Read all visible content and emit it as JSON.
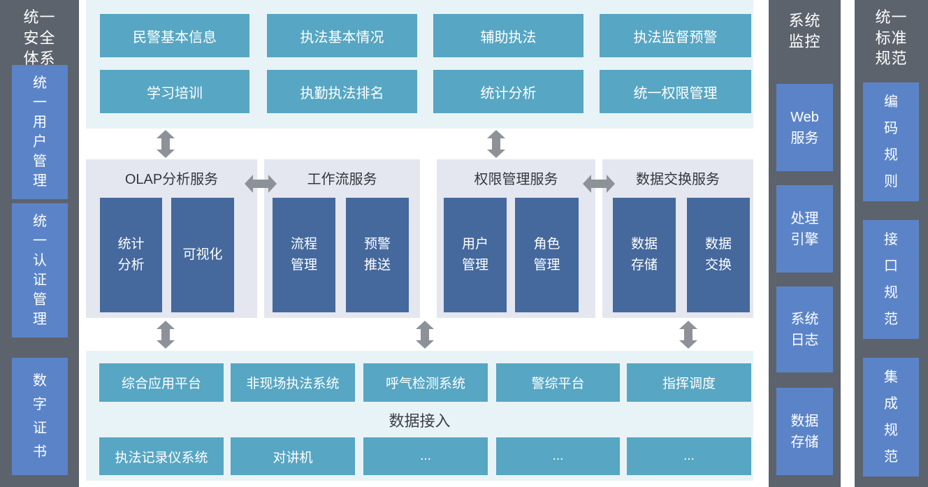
{
  "security": {
    "title": "统一\n安全\n体系",
    "items": [
      {
        "label": "统\n一\n用\n户\n管\n理"
      },
      {
        "label": "统\n一\n认\n证\n管\n理"
      },
      {
        "label": "数\n字\n证\n书"
      }
    ]
  },
  "apps": {
    "row1": [
      "民警基本信息",
      "执法基本情况",
      "辅助执法",
      "执法监督预警"
    ],
    "row2": [
      "学习培训",
      "执勤执法排名",
      "统计分析",
      "统一权限管理"
    ]
  },
  "services": {
    "panels": [
      {
        "title": "OLAP分析服务",
        "boxes": [
          "统计\n分析",
          "可视化"
        ]
      },
      {
        "title": "工作流服务",
        "boxes": [
          "流程\n管理",
          "预警\n推送"
        ]
      },
      {
        "title": "权限管理服务",
        "boxes": [
          "用户\n管理",
          "角色\n管理"
        ]
      },
      {
        "title": "数据交换服务",
        "boxes": [
          "数据\n存储",
          "数据\n交换"
        ]
      }
    ]
  },
  "access": {
    "row1": [
      "综合应用平台",
      "非现场执法系统",
      "呼气检测系统",
      "警综平台",
      "指挥调度"
    ],
    "label": "数据接入",
    "row2": [
      "执法记录仪系统",
      "对讲机",
      "...",
      "...",
      "..."
    ]
  },
  "monitor": {
    "title": "系统\n监控",
    "items": [
      "Web\n服务",
      "处理\n引擎",
      "系统\n日志",
      "数据\n存储"
    ]
  },
  "standards": {
    "title": "统一\n标准\n规范",
    "items": [
      "编\n码\n规\n则",
      "接\n口\n规\n范",
      "集\n成\n规\n范"
    ]
  },
  "colors": {
    "column_gray": "#5d636c",
    "pillar_blue": "#5b84c8",
    "panel_light_blue": "#e8f3f7",
    "panel_lavender": "#e4e7ef",
    "button_teal": "#57a6c3",
    "box_navy": "#45699c",
    "arrow_gray": "#8d9198",
    "text_dark": "#34383d",
    "text_white": "#ffffff"
  }
}
